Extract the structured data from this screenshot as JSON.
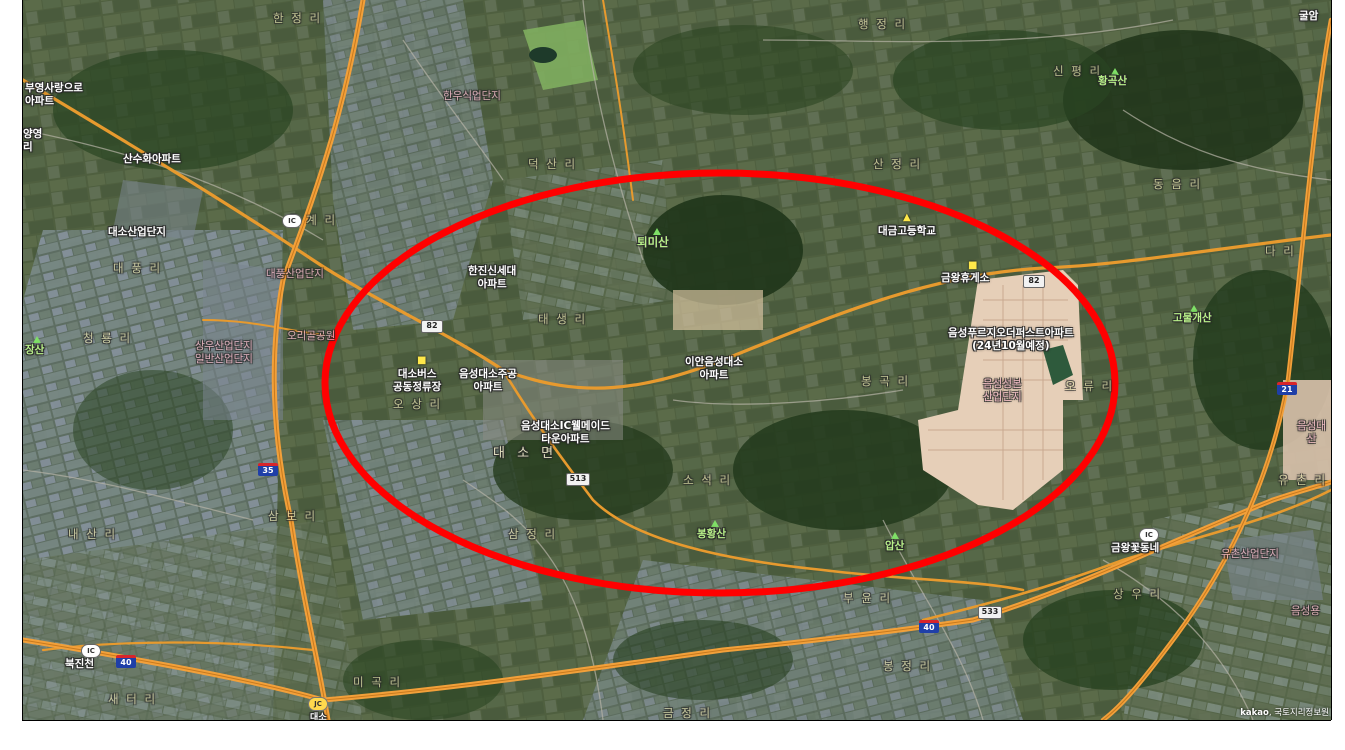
{
  "map": {
    "attribution_brand": "kakao",
    "attribution_text": "국토지리정보원",
    "highlight_color": "#ff0000",
    "road_color": "#e79a2e",
    "expressway_color": "#f2a03a"
  },
  "places": {
    "daeso_myeon": "대 소 면",
    "taesaeng_ri": "태 생 리",
    "ogi_ri": "오 상 리",
    "sambo_ri": "삼 보 리",
    "samjeong_ri": "삼 정 리",
    "soseok_ri": "소 석 리",
    "naesan_ri": "내 산 리",
    "miho_ri": "미 곡 리",
    "bongjeong_ri": "봉 정 리",
    "bujeong_ri": "부 윤 리",
    "yuchon_ri": "유 촌 리",
    "sangu_ri": "상 우 리",
    "yeonguri_top": "용 계 리",
    "ohyeon_ri": "오 류 리",
    "daepung": "대 풍 리",
    "bongu": "봉 곡 리",
    "cheongyong_ri": "청 룡 리",
    "sanjeong_ri": "산 정 리",
    "dongeum_ri": "동 음 리",
    "deoksan_ri": "덕 산 리",
    "haeng_ri": "행 정 리",
    "hangye_ri": "한 정 리",
    "sinjeong": "신 평 리",
    "jeongpo_ri": "금 정 리",
    "saeongpo": "새 터 리",
    "dmi_ri": "다 리"
  },
  "labels": {
    "buyeong_apt": "부영사랑으로\n아파트",
    "sansu_apt": "산수화아파트",
    "daeso_industrial": "대소산업단지",
    "hanwoo_industrial": "한우식업단지",
    "hanjin_apt": "한진신세대\n아파트",
    "tamisan": "퇴미산",
    "daegeum_school": "대금고등학교",
    "geumwang_rest": "금왕휴게소",
    "eumseong_prugio": "음성푸르지오더퍼스트아파트\n(24년10월예정)",
    "eumseong_industrial": "음성성본\n산업단지",
    "goramgaesan": "고물개산",
    "hwanggoksan": "황곡산",
    "jangsan": "장산",
    "daeso_bus": "대소버스\n공동정류장",
    "eumseong_daeso_apt": "음성대소주공\n아파트",
    "ian_apt": "이안음성대소\n아파트",
    "eumseong_ic_wellmade": "음성대소IC웰메이드\n타운아파트",
    "daeso_industrial2": "대풍산업단지",
    "ochang_park": "오리골공원",
    "sammu_industrial": "상우산업단지\n일반산업단지",
    "bonghwangsan": "봉황산",
    "apsan": "압산",
    "geumwang_ic": "금왕꽃동네",
    "yuchon_industrial": "유촌산업단지",
    "bukjincheon": "북진천",
    "eumseong_yeonggwang": "음성대\n산",
    "seongbon_right": "음성용",
    "gulam": "굴암",
    "daeso_jc": "대소",
    "yangyeong": "양영\n리"
  },
  "shields": {
    "r82_a": "82",
    "r82_b": "82",
    "r513": "513",
    "r533": "533",
    "e35": "35",
    "e40_a": "40",
    "e40_b": "40",
    "e21": "21",
    "ic_a": "IC",
    "ic_b": "IC",
    "ic_c": "IC",
    "jc": "JC"
  }
}
